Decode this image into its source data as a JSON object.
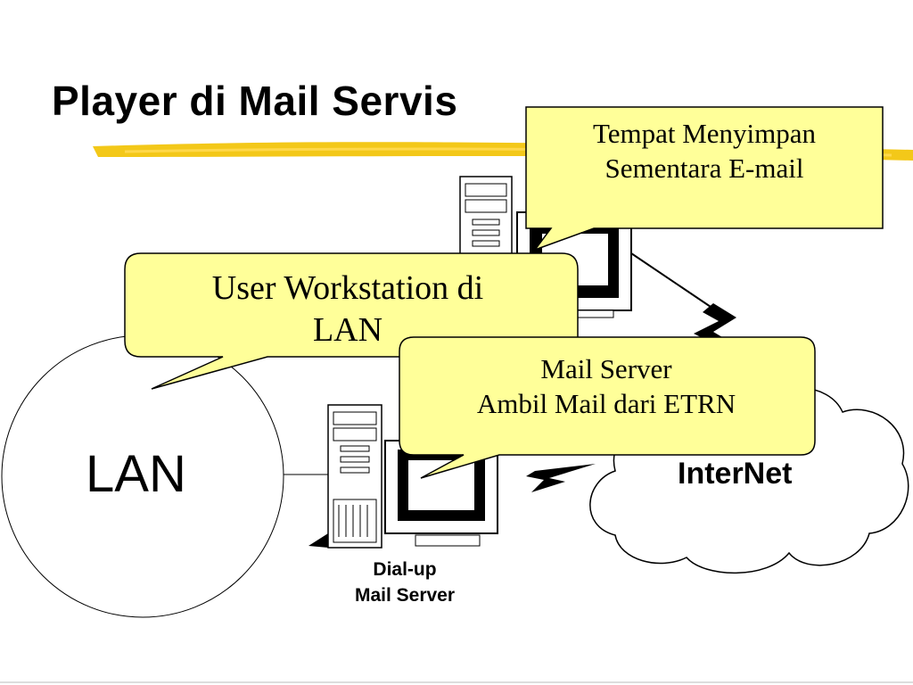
{
  "title": "Player di Mail Servis",
  "nodes": {
    "lan": "LAN",
    "internet": "InterNet",
    "dialup": [
      "Dial-up",
      "Mail Server"
    ]
  },
  "callouts": {
    "tempat": [
      "Tempat Menyimpan",
      "Sementara E-mail"
    ],
    "user": [
      "User Workstation di",
      "LAN"
    ],
    "mail": [
      "Mail Server",
      "Ambil Mail dari ETRN"
    ]
  },
  "colors": {
    "callout_fill": "#FFFF99",
    "title_underline": "#F2C200",
    "line": "#000000"
  }
}
